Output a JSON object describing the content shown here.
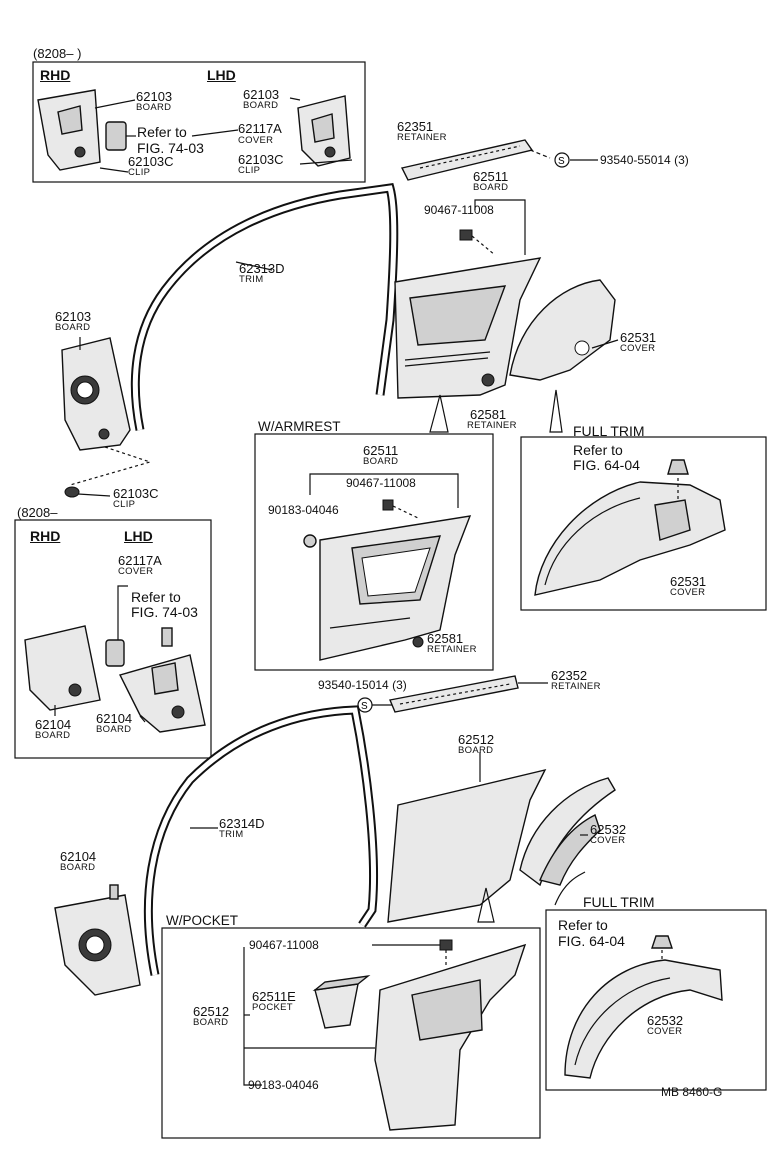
{
  "top_box": {
    "date": "(8208–        )",
    "rhd": "RHD",
    "lhd": "LHD",
    "board_rhd_num": "62103",
    "board_rhd_sub": "BOARD",
    "board_lhd_num": "62103",
    "board_lhd_sub": "BOARD",
    "refer_line1": "Refer to",
    "refer_line2": "FIG. 74-03",
    "cover_num": "62117A",
    "cover_sub": "COVER",
    "clip_rhd_num": "62103C",
    "clip_rhd_sub": "CLIP",
    "clip_lhd_num": "62103C",
    "clip_lhd_sub": "CLIP"
  },
  "upper": {
    "retainer_num": "62351",
    "retainer_sub": "RETAINER",
    "screw_num": "93540-55014 (3)",
    "board_num": "62511",
    "board_sub": "BOARD",
    "fastener_num": "90467-11008",
    "trim_num": "62313D",
    "trim_sub": "TRIM",
    "pillar_board_num": "62103",
    "pillar_board_sub": "BOARD",
    "cover_num": "62531",
    "cover_sub": "COVER",
    "retainer2_num": "62581",
    "retainer2_sub": "RETAINER",
    "clip_num": "62103C",
    "clip_sub": "CLIP"
  },
  "armrest_box": {
    "title": "W/ARMREST",
    "board_num": "62511",
    "board_sub": "BOARD",
    "fastener_num": "90467-11008",
    "cap_num": "90183-04046",
    "retainer_num": "62581",
    "retainer_sub": "RETAINER"
  },
  "full_trim_1": {
    "title": "FULL TRIM",
    "refer_line1": "Refer to",
    "refer_line2": "FIG. 64-04",
    "cover_num": "62531",
    "cover_sub": "COVER"
  },
  "mid_box": {
    "date": "(8208–",
    "rhd": "RHD",
    "lhd": "LHD",
    "cover_num": "62117A",
    "cover_sub": "COVER",
    "refer_line1": "Refer to",
    "refer_line2": "FIG. 74-03",
    "board_rhd_num": "62104",
    "board_rhd_sub": "BOARD",
    "board_lhd_num": "62104",
    "board_lhd_sub": "BOARD"
  },
  "lower": {
    "screw_num": "93540-15014 (3)",
    "retainer_num": "62352",
    "retainer_sub": "RETAINER",
    "board_num": "62512",
    "board_sub": "BOARD",
    "trim_num": "62314D",
    "trim_sub": "TRIM",
    "pillar_board_num": "62104",
    "pillar_board_sub": "BOARD",
    "cover_num": "62532",
    "cover_sub": "COVER"
  },
  "pocket_box": {
    "title": "W/POCKET",
    "fastener_num": "90467-11008",
    "board_num": "62512",
    "board_sub": "BOARD",
    "pocket_num": "62511E",
    "pocket_sub": "POCKET",
    "cap_num": "90183-04046"
  },
  "full_trim_2": {
    "title": "FULL TRIM",
    "refer_line1": "Refer to",
    "refer_line2": "FIG. 64-04",
    "cover_num": "62532",
    "cover_sub": "COVER"
  },
  "footer": {
    "code": "MB  8460-G"
  }
}
